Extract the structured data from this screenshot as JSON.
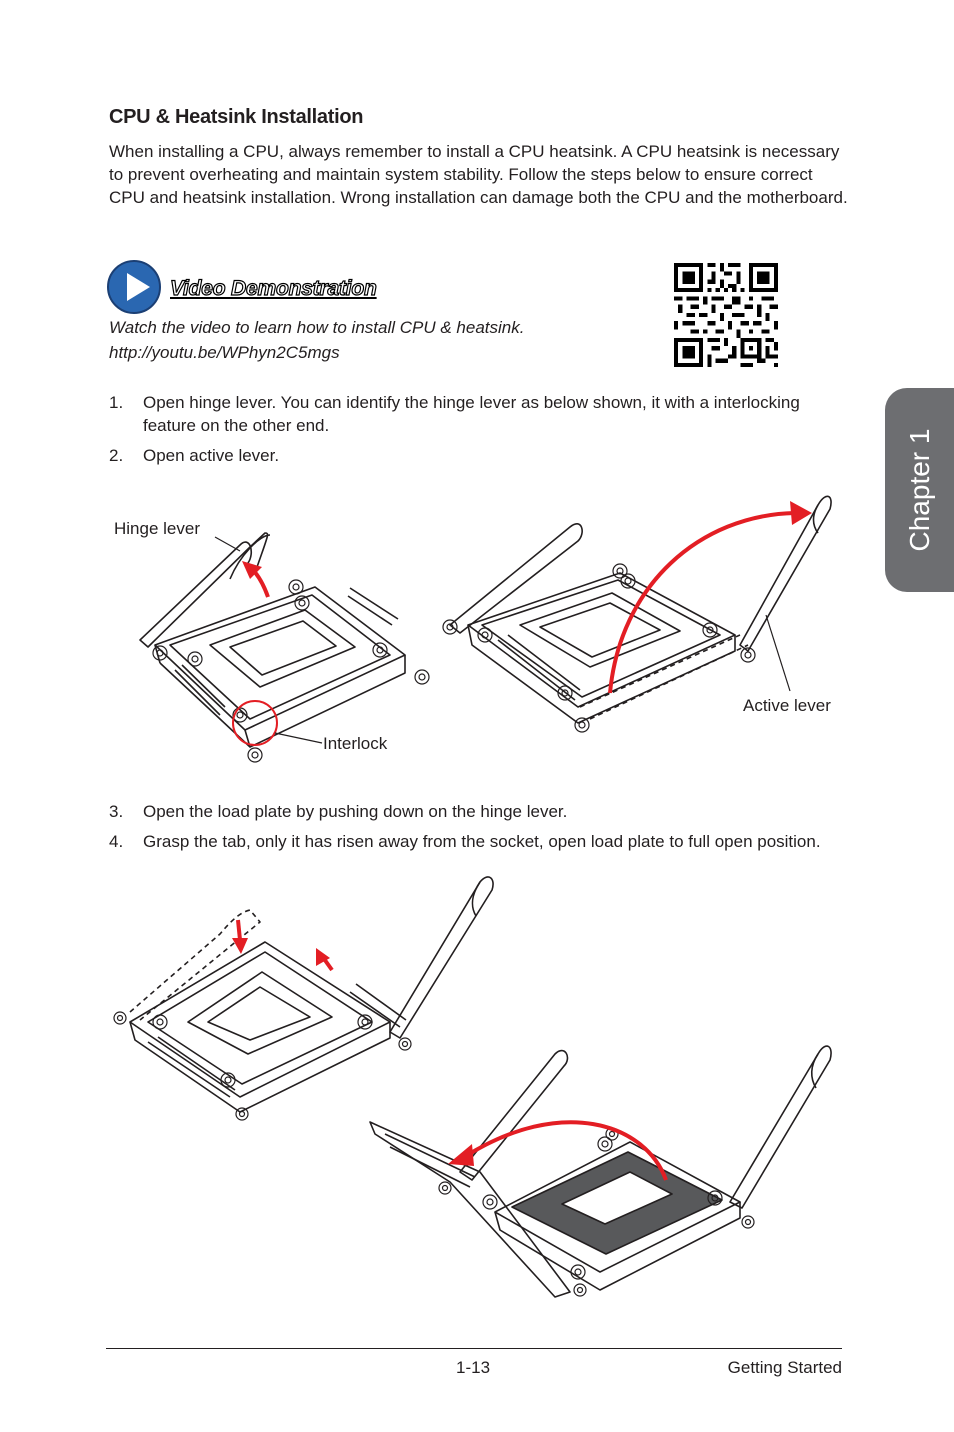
{
  "section": {
    "title": "CPU & Heatsink Installation",
    "intro": "When installing a CPU, always remember to install a CPU heatsink. A CPU heatsink is necessary to prevent overheating and maintain system stability. Follow the steps below to ensure correct CPU and heatsink installation. Wrong installation can damage both the CPU and the motherboard."
  },
  "video": {
    "title": "Video Demonstration",
    "description": "Watch the video to learn how to install CPU & heatsink.",
    "url": "http://youtu.be/WPhyn2C5mgs",
    "icon": "play-icon",
    "accent": "#2a67b1"
  },
  "steps_a": [
    {
      "num": "1.",
      "text": "Open hinge lever. You can identify the hinge lever as below shown, it with a interlocking feature on the other end."
    },
    {
      "num": "2.",
      "text": "Open active lever."
    }
  ],
  "figure1": {
    "labels": {
      "hinge": "Hinge lever",
      "interlock": "Interlock",
      "active": "Active lever"
    },
    "arrow_color": "#e31e24"
  },
  "steps_b": [
    {
      "num": "3.",
      "text": "Open the load plate by pushing down on the hinge lever."
    },
    {
      "num": "4.",
      "text": "Grasp the tab,  only it has risen away from the socket, open load plate to full open position."
    }
  ],
  "chapter": {
    "label": "Chapter 1",
    "color": "#6d6e71"
  },
  "footer": {
    "page": "1-13",
    "section": "Getting Started"
  }
}
